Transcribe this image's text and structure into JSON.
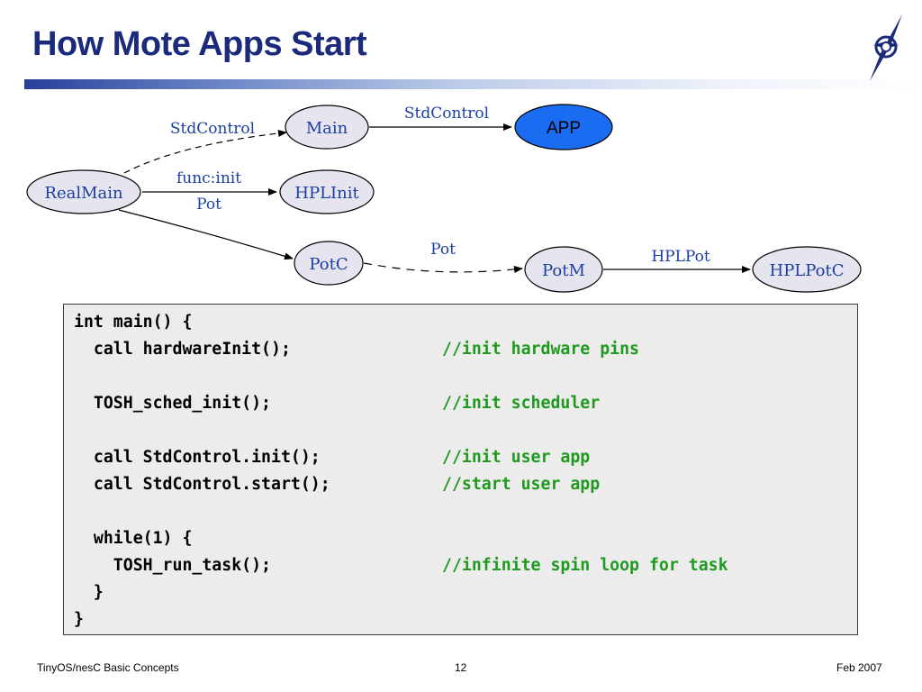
{
  "slide": {
    "title": "How Mote Apps Start",
    "footer": {
      "left": "TinyOS/nesC Basic Concepts",
      "center": "12",
      "right": "Feb 2007"
    }
  },
  "diagram": {
    "nodes": {
      "realmain": "RealMain",
      "main": "Main",
      "app": "APP",
      "hplinit": "HPLInit",
      "potc": "PotC",
      "potm": "PotM",
      "hplpotc": "HPLPotC"
    },
    "edge_labels": {
      "stdcontrol_1": "StdControl",
      "stdcontrol_2": "StdControl",
      "funcinit": "func:init",
      "pot_1": "Pot",
      "pot_2": "Pot",
      "hplpot": "HPLPot"
    },
    "colors": {
      "node_fill": "#e6e4ef",
      "app_fill": "#1a6cf0",
      "label": "#1a3fa0"
    }
  },
  "code": {
    "lines": [
      {
        "code": "int main() {",
        "comment": ""
      },
      {
        "code": "  call hardwareInit();",
        "comment": "//init hardware pins"
      },
      {
        "code": "",
        "comment": ""
      },
      {
        "code": "  TOSH_sched_init();",
        "comment": "//init scheduler"
      },
      {
        "code": "",
        "comment": ""
      },
      {
        "code": "  call StdControl.init();",
        "comment": "//init user app"
      },
      {
        "code": "  call StdControl.start();",
        "comment": "//start user app"
      },
      {
        "code": "",
        "comment": ""
      },
      {
        "code": "  while(1) {",
        "comment": ""
      },
      {
        "code": "    TOSH_run_task();",
        "comment": "//infinite spin loop for task"
      },
      {
        "code": "  }",
        "comment": ""
      },
      {
        "code": "}",
        "comment": ""
      }
    ]
  }
}
